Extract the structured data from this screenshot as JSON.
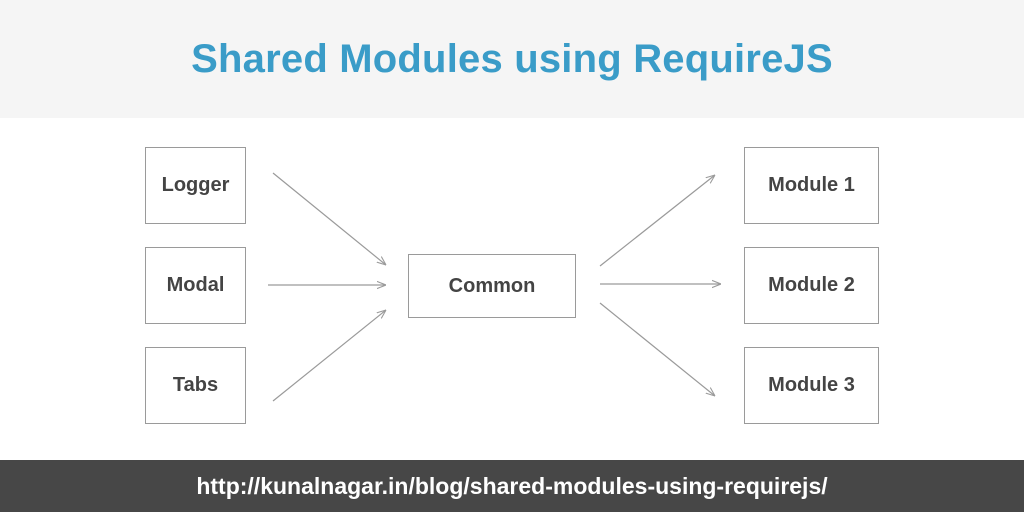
{
  "header": {
    "title": "Shared Modules using RequireJS"
  },
  "diagram": {
    "inputs": [
      "Logger",
      "Modal",
      "Tabs"
    ],
    "center": "Common",
    "outputs": [
      "Module 1",
      "Module 2",
      "Module 3"
    ]
  },
  "footer": {
    "url": "http://kunalnagar.in/blog/shared-modules-using-requirejs/"
  }
}
